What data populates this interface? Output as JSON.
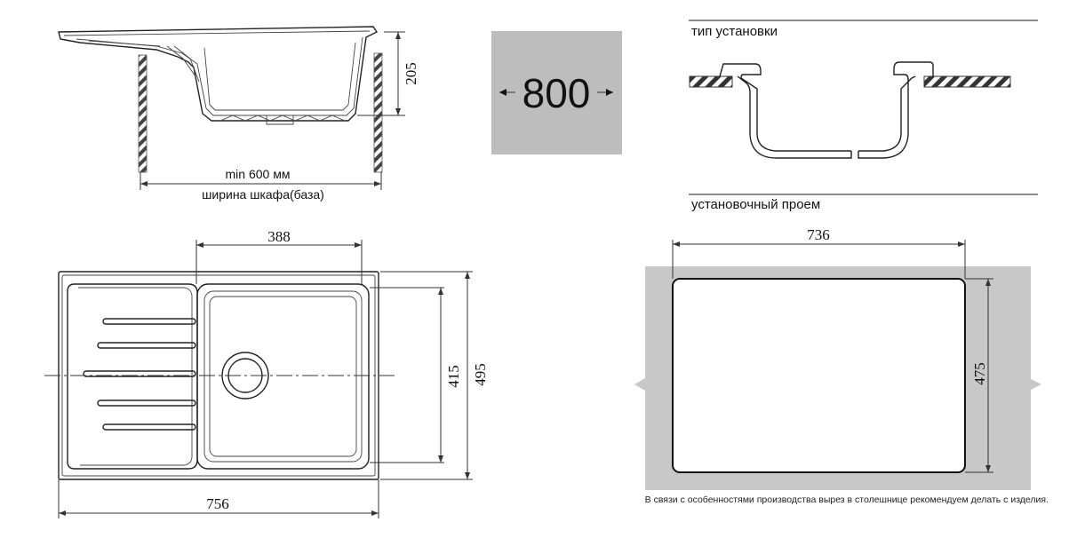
{
  "side_view": {
    "height_label": "205",
    "min_width_label": "min 600 мм",
    "cabinet_width_label": "ширина шкафа(база)"
  },
  "badge": {
    "value": "800",
    "bg_color": "#bdbdbd"
  },
  "install_type": {
    "title": "тип установки"
  },
  "cutout": {
    "title": "установочный проем",
    "width_label": "736",
    "height_label": "475",
    "bg_color": "#c8c8c8"
  },
  "top_view": {
    "bowl_width_label": "388",
    "inner_height_label": "415",
    "outer_height_label": "495",
    "outer_width_label": "756"
  },
  "footer": {
    "note": "В связи с особенностями производства вырез в столешнице рекомендуем делать с изделия."
  }
}
